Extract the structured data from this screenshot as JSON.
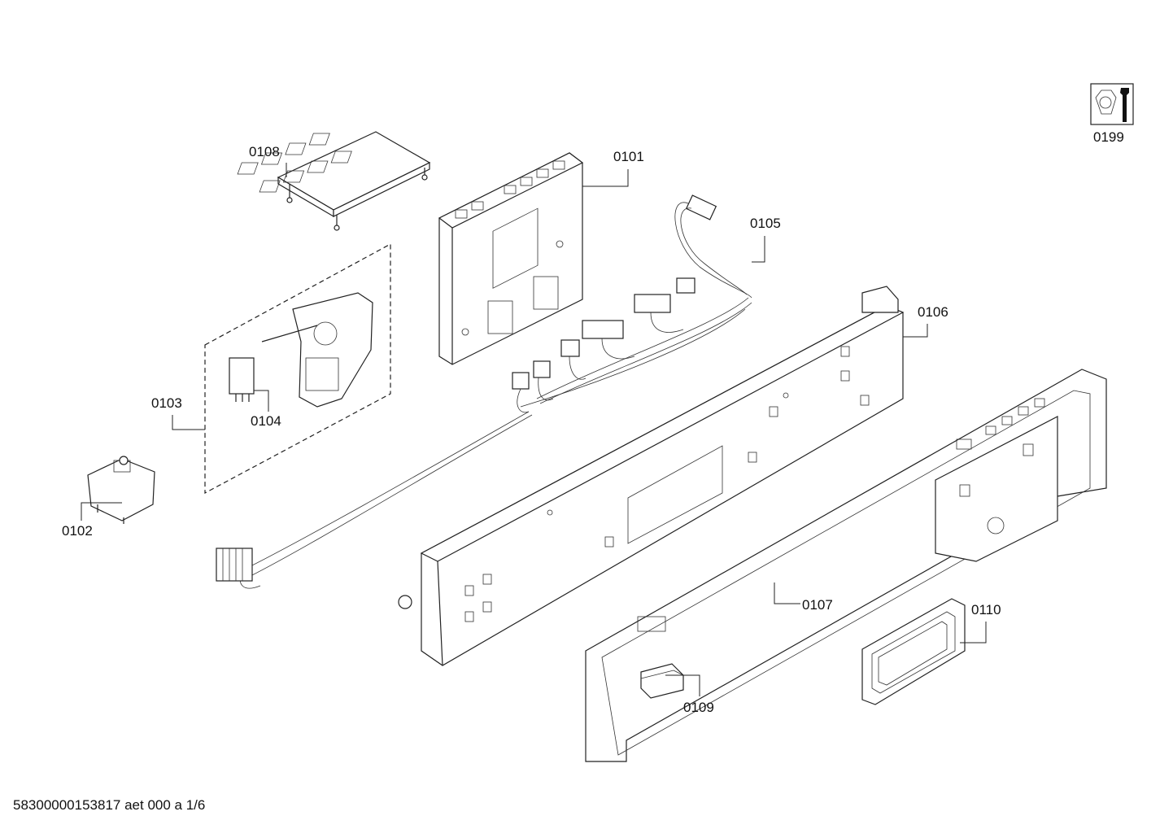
{
  "parts": [
    {
      "id": "p0101",
      "label": "0101"
    },
    {
      "id": "p0102",
      "label": "0102"
    },
    {
      "id": "p0103",
      "label": "0103"
    },
    {
      "id": "p0104",
      "label": "0104"
    },
    {
      "id": "p0105",
      "label": "0105"
    },
    {
      "id": "p0106",
      "label": "0106"
    },
    {
      "id": "p0107",
      "label": "0107"
    },
    {
      "id": "p0108",
      "label": "0108"
    },
    {
      "id": "p0109",
      "label": "0109"
    },
    {
      "id": "p0110",
      "label": "0110"
    },
    {
      "id": "p0199",
      "label": "0199"
    }
  ],
  "footer_text": "58300000153817 aet 000 a 1/6",
  "icons": {
    "tool_icon": "nut-and-wrench-icon"
  }
}
